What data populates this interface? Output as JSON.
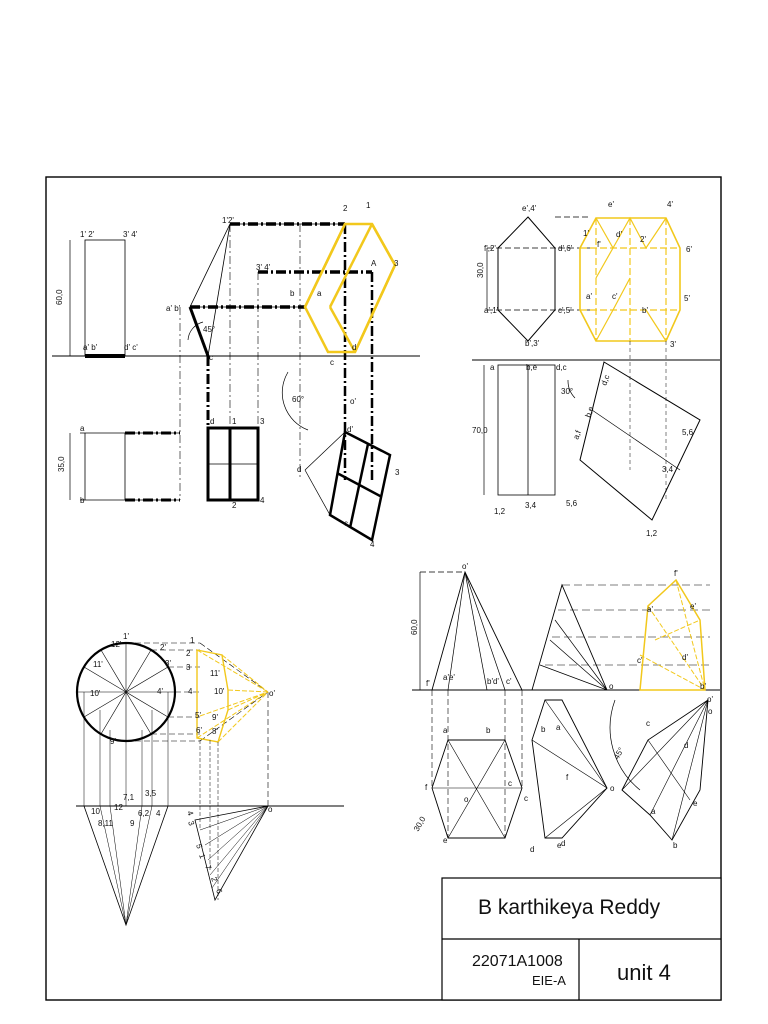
{
  "title_block": {
    "name": "B karthikeya Reddy",
    "roll_no": "22071A1008",
    "section": "EIE-A",
    "unit": "unit 4"
  },
  "colors": {
    "line": "#000000",
    "highlight": "#f2c81c",
    "paper": "#ffffff"
  },
  "diagram1": {
    "dims": [
      "60,0",
      "35,0"
    ],
    "angles": [
      "45°",
      "60°"
    ],
    "labels": [
      "1' 2'",
      "3' 4'",
      "a' b'",
      "d' c'",
      "a",
      "b",
      "1'2'",
      "3' 4'",
      "a' b'",
      "c",
      "d",
      "1",
      "3",
      "2",
      "4",
      "2",
      "1",
      "a",
      "b",
      "A",
      "3",
      "d",
      "c",
      "d'",
      "o'",
      "d",
      "c",
      "3",
      "4"
    ]
  },
  "diagram2": {
    "dims": [
      "30,0",
      "70,0",
      "30°"
    ],
    "labels": [
      "e',4'",
      "f',2'",
      "d',6'",
      "c',5'",
      "a',1'",
      "b',3'",
      "a",
      "b,e",
      "d,c",
      "1,2",
      "3,4",
      "5,6",
      "e'",
      "4'",
      "1'",
      "2'",
      "f'",
      "d'",
      "6'",
      "a'",
      "c'",
      "b'",
      "3'",
      "5'",
      "a,f",
      "b,e",
      "d,c",
      "5,6",
      "3,4",
      "1,2"
    ]
  },
  "diagram3": {
    "labels": [
      "12'",
      "1'",
      "11'",
      "10'",
      "9'",
      "2'",
      "3'",
      "4'",
      "1",
      "2",
      "3",
      "4",
      "11'",
      "10'",
      "9'",
      "8'",
      "5'",
      "6'",
      "o'",
      "7,1",
      "3,5",
      "10",
      "12",
      "6,2",
      "8,11",
      "9",
      "4",
      "o",
      "4",
      "3",
      "5",
      "1",
      "7",
      "2",
      "6"
    ]
  },
  "diagram4": {
    "dims": [
      "60,0",
      "30,0",
      "45°"
    ],
    "labels": [
      "o'",
      "f'",
      "a'e'",
      "b'd'",
      "c'",
      "a",
      "b",
      "c",
      "d",
      "e",
      "f",
      "o",
      "o",
      "a",
      "f",
      "c",
      "d",
      "e",
      "b",
      "o",
      "f'",
      "e'",
      "a'",
      "d'",
      "c'",
      "b'",
      "o'",
      "c",
      "d",
      "e",
      "b",
      "a",
      "o"
    ]
  }
}
